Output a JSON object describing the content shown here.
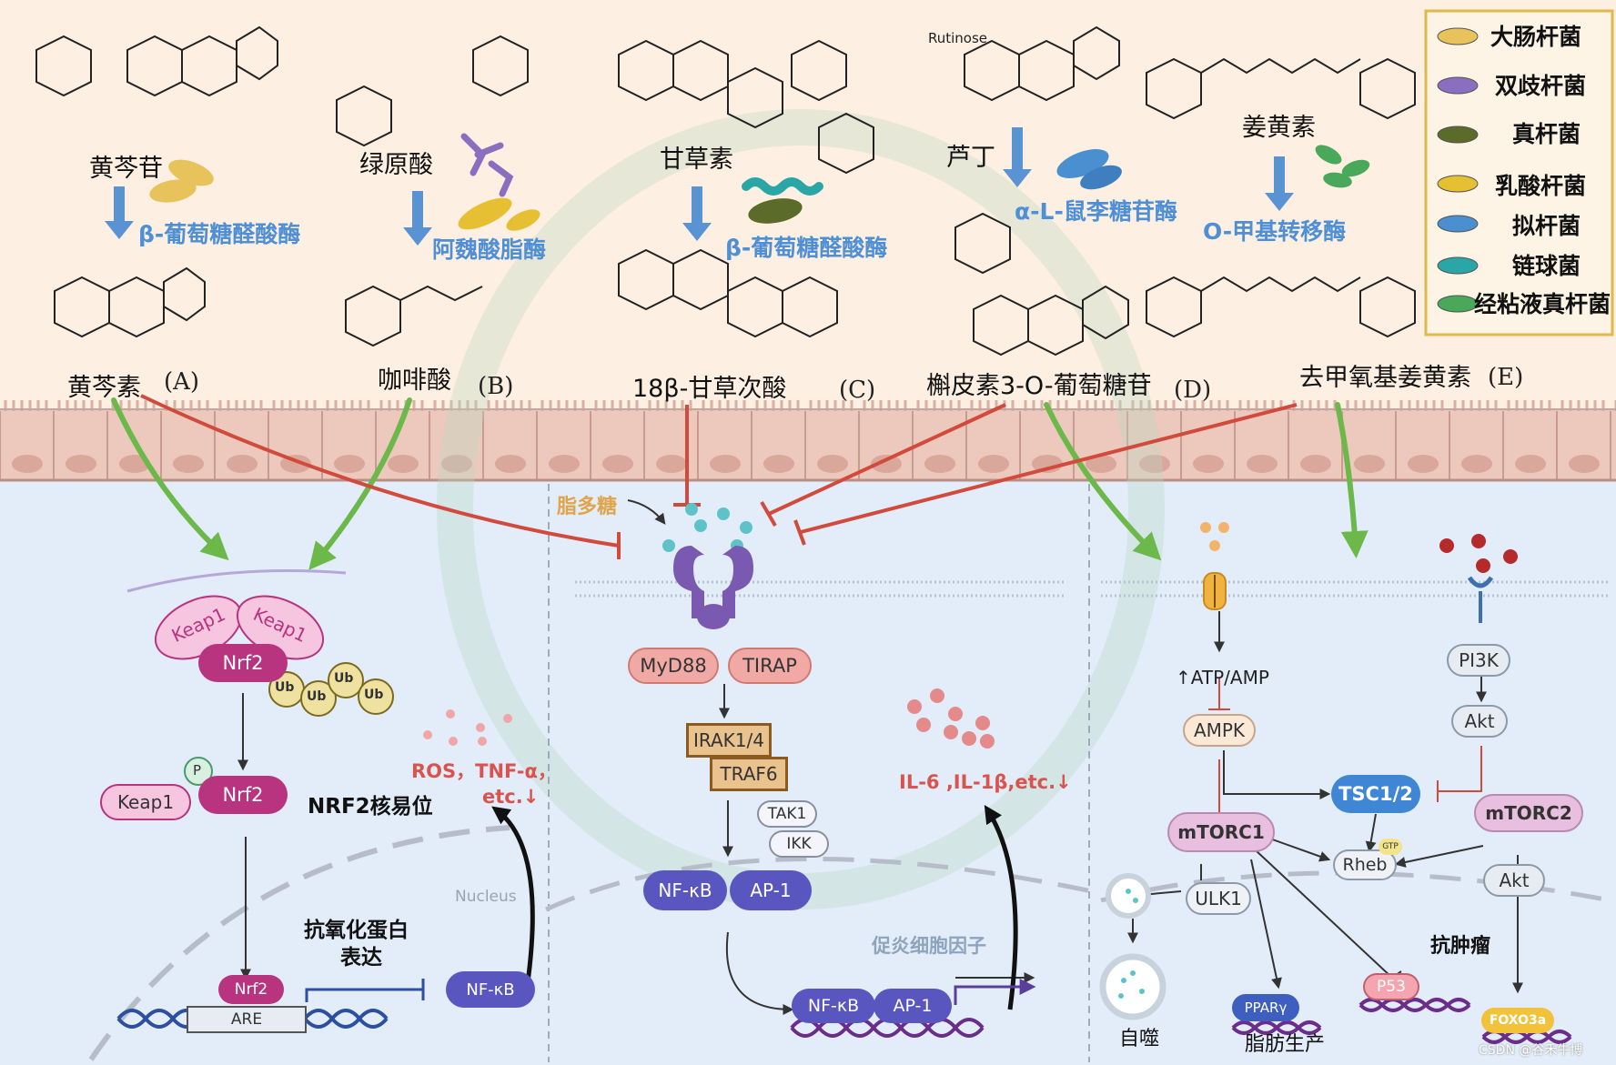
{
  "compounds": {
    "baicalin": "黄芩苷",
    "baicalein": "黄芩素",
    "chlorogenic_acid": "绿原酸",
    "caffeic_acid": "咖啡酸",
    "glycyrrhizin": "甘草素",
    "glycyrrhetinic_acid": "18β-甘草次酸",
    "rutin": "芦丁",
    "quercetin_glucoside": "槲皮素3-O-葡萄糖苷",
    "curcumin": "姜黄素",
    "demethoxycurcumin": "去甲氧基姜黄素",
    "rutinose": "Rutinose"
  },
  "enzymes": {
    "a": "β-葡萄糖醛酸酶",
    "b": "阿魏酸脂酶",
    "c": "β-葡萄糖醛酸酶",
    "d": "α-L-鼠李糖苷酶",
    "e": "O-甲基转移酶"
  },
  "panels": [
    "(A)",
    "(B)",
    "(C)",
    "(D)",
    "(E)"
  ],
  "legend": [
    {
      "label": "大肠杆菌",
      "color": "#e8c25a"
    },
    {
      "label": "双歧杆菌",
      "color": "#8a6fc0"
    },
    {
      "label": "真杆菌",
      "color": "#5b6b2a"
    },
    {
      "label": "乳酸杆菌",
      "color": "#e6c032"
    },
    {
      "label": "拟杆菌",
      "color": "#4a8fd0"
    },
    {
      "label": "链球菌",
      "color": "#2aa6a6"
    },
    {
      "label": "经粘液真杆菌",
      "color": "#4aa85a"
    }
  ],
  "left_panel": {
    "keap1": "Keap1",
    "nrf2": "Nrf2",
    "ub": "Ub",
    "p": "P",
    "nrf2_translocation": "NRF2核易位",
    "ros": "ROS，TNF-α，",
    "etc": "etc.↓",
    "nucleus": "Nucleus",
    "antioxidant": "抗氧化蛋白",
    "expression": "表达",
    "are": "ARE",
    "nfkb": "NF-κB"
  },
  "middle_panel": {
    "lps": "脂多糖",
    "myd88": "MyD88",
    "tirap": "TIRAP",
    "irak": "IRAK1/4",
    "traf6": "TRAF6",
    "tak1": "TAK1",
    "ikk": "IKK",
    "nfkb": "NF-κB",
    "ap1": "AP-1",
    "cytokines_down": "IL-6 ,IL-1β,etc.↓",
    "proinflammatory": "促炎细胞因子"
  },
  "right_panel": {
    "atp_amp": "↑ATP/AMP",
    "ampk": "AMPK",
    "pi3k": "PI3K",
    "akt": "Akt",
    "tsc": "TSC1/2",
    "mtorc1": "mTORC1",
    "mtorc2": "mTORC2",
    "rheb": "Rheb",
    "gtp": "GTP",
    "ulk1": "ULK1",
    "akt2": "Akt",
    "antitumor": "抗肿瘤",
    "autophagy": "自噬",
    "ppar": "PPARγ",
    "p53": "P53",
    "foxo3a": "FOXO3a",
    "lipogenesis": "脂肪生产"
  },
  "watermark": "CSDN @谷禾牛博",
  "colors": {
    "top_bg": "#fdf0e2",
    "cell_bg": "#e3eefa",
    "membrane": "#e9c7bc",
    "activation": "#6cb84a",
    "inhibition": "#d24a3c",
    "enzyme_arrow": "#5a93d3",
    "nrf2": "#b8347f",
    "keap1": "#f6c5e0",
    "tsc": "#3f86d4"
  }
}
